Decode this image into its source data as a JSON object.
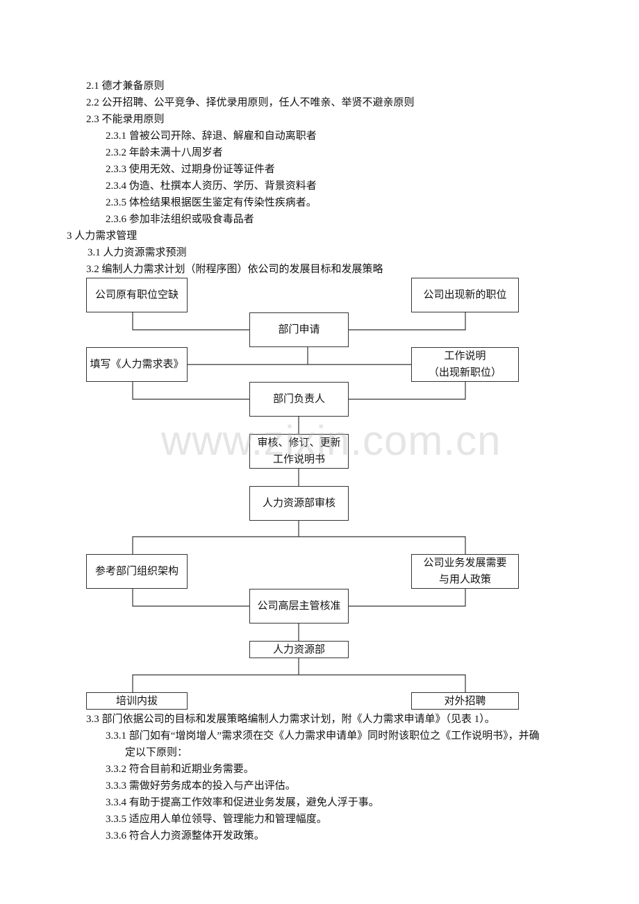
{
  "lines_top": [
    "2.1 德才兼备原则",
    "2.2  公开招聘、公平竞争、择优录用原则，任人不唯亲、举贤不避亲原则",
    "2.3  不能录用原则",
    "2.3.1  曾被公司开除、辞退、解雇和自动离职者",
    "2.3.2  年龄未满十八周岁者",
    "2.3.3  使用无效、过期身份证等证件者",
    "2.3.4  伪造、杜撰本人资历、学历、背景资料者",
    "2.3.5  体检结果根据医生鉴定有传染性疾病者。",
    "2.3.6  参加非法组织或吸食毒品者",
    "3  人力需求管理",
    "3.1  人力资源需求预测",
    "3.2  编制人力需求计划（附程序图）依公司的发展目标和发展策略"
  ],
  "flowchart": {
    "vacancy": "公司原有职位空缺",
    "new_position": "公司出现新的职位",
    "dept_apply": "部门申请",
    "fill_form": "填写《人力需求表》",
    "job_desc_1": "工作说明",
    "job_desc_2": "（出现新职位）",
    "dept_head": "部门负责人",
    "review_1": "审核、修订、更新",
    "review_2": "工作说明书",
    "hr_review": "人力资源部审核",
    "org_ref": "参考部门组织架构",
    "biz_need_1": "公司业务发展需要",
    "biz_need_2": "与用人政策",
    "exec_approve": "公司高层主管核准",
    "hr_dept": "人力资源部",
    "internal": "培训内拔",
    "external": "对外招聘"
  },
  "lines_bottom": [
    "3.3  部门依据公司的目标和发展策略编制人力需求计划，附《人力需求申请单》（见表 1）。",
    "3.3.1 部门如有“增岗增人”需求须在交《人力需求申请单》同时附该职位之《工作说明书》，并确",
    "定以下原则：",
    "3.3.2  符合目前和近期业务需要。",
    "3.3.3  需做好劳务成本的投入与产出评估。",
    "3.3.4  有助于提高工作效率和促进业务发展，避免人浮于事。",
    "3.3.5  适应用人单位领导、管理能力和管理幅度。",
    "3.3.6  符合人力资源整体开发政策。"
  ],
  "watermark": "www.zixin.com.cn"
}
